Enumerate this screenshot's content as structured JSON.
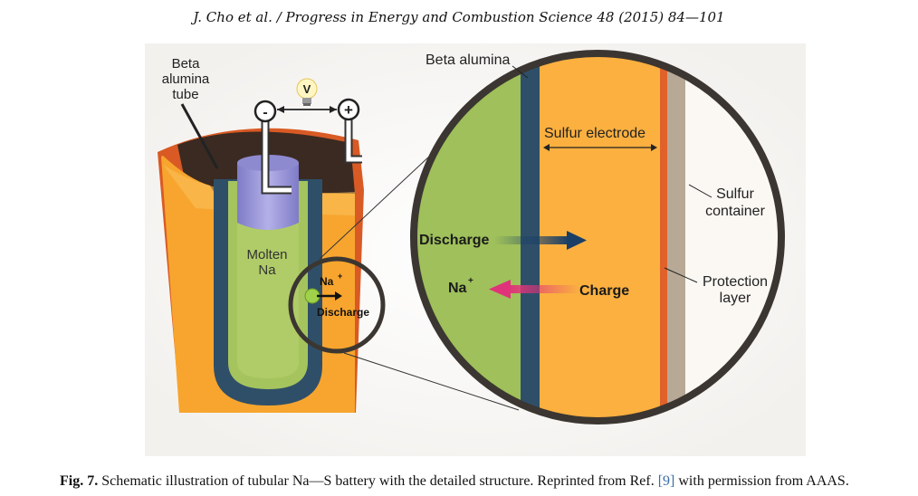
{
  "header": {
    "running_title": "J. Cho et al. / Progress in Energy and Combustion Science 48 (2015) 84—101"
  },
  "figure": {
    "left_view": {
      "label_tube": [
        "Beta",
        "alumina",
        "tube"
      ],
      "label_sodium": [
        "Molten",
        "Na"
      ],
      "meter_symbol": "V",
      "terminal_negative": "-",
      "terminal_positive": "+",
      "inset_ion": "Na",
      "inset_ion_charge": "+",
      "inset_arrow_label": "Discharge"
    },
    "zoom_view": {
      "label_beta_alumina": "Beta alumina",
      "label_sulfur_electrode": "Sulfur electrode",
      "label_sulfur_container": [
        "Sulfur",
        "container"
      ],
      "label_protection_layer": [
        "Protection",
        "layer"
      ],
      "discharge_label": "Discharge",
      "charge_label": "Charge",
      "ion_label": "Na",
      "ion_charge": "+"
    },
    "colors": {
      "sodium_green": "#9fc05a",
      "beta_alumina_blue": "#2f4f69",
      "sulfur_orange": "#fbb040",
      "container_copper": "#e0622a",
      "protection_gray": "#b7a996",
      "sulfur_container_white": "#fbf8f3",
      "discharge_arrow": "#1a3f66",
      "charge_arrow": "#e0337a",
      "tube_purple": "#9b97d6"
    }
  },
  "caption": {
    "label": "Fig. 7.",
    "text_before_ref": "Schematic illustration of tubular Na—S battery with the detailed structure. Reprinted from Ref.",
    "ref": "[9]",
    "text_after_ref": "with permission from AAAS."
  }
}
